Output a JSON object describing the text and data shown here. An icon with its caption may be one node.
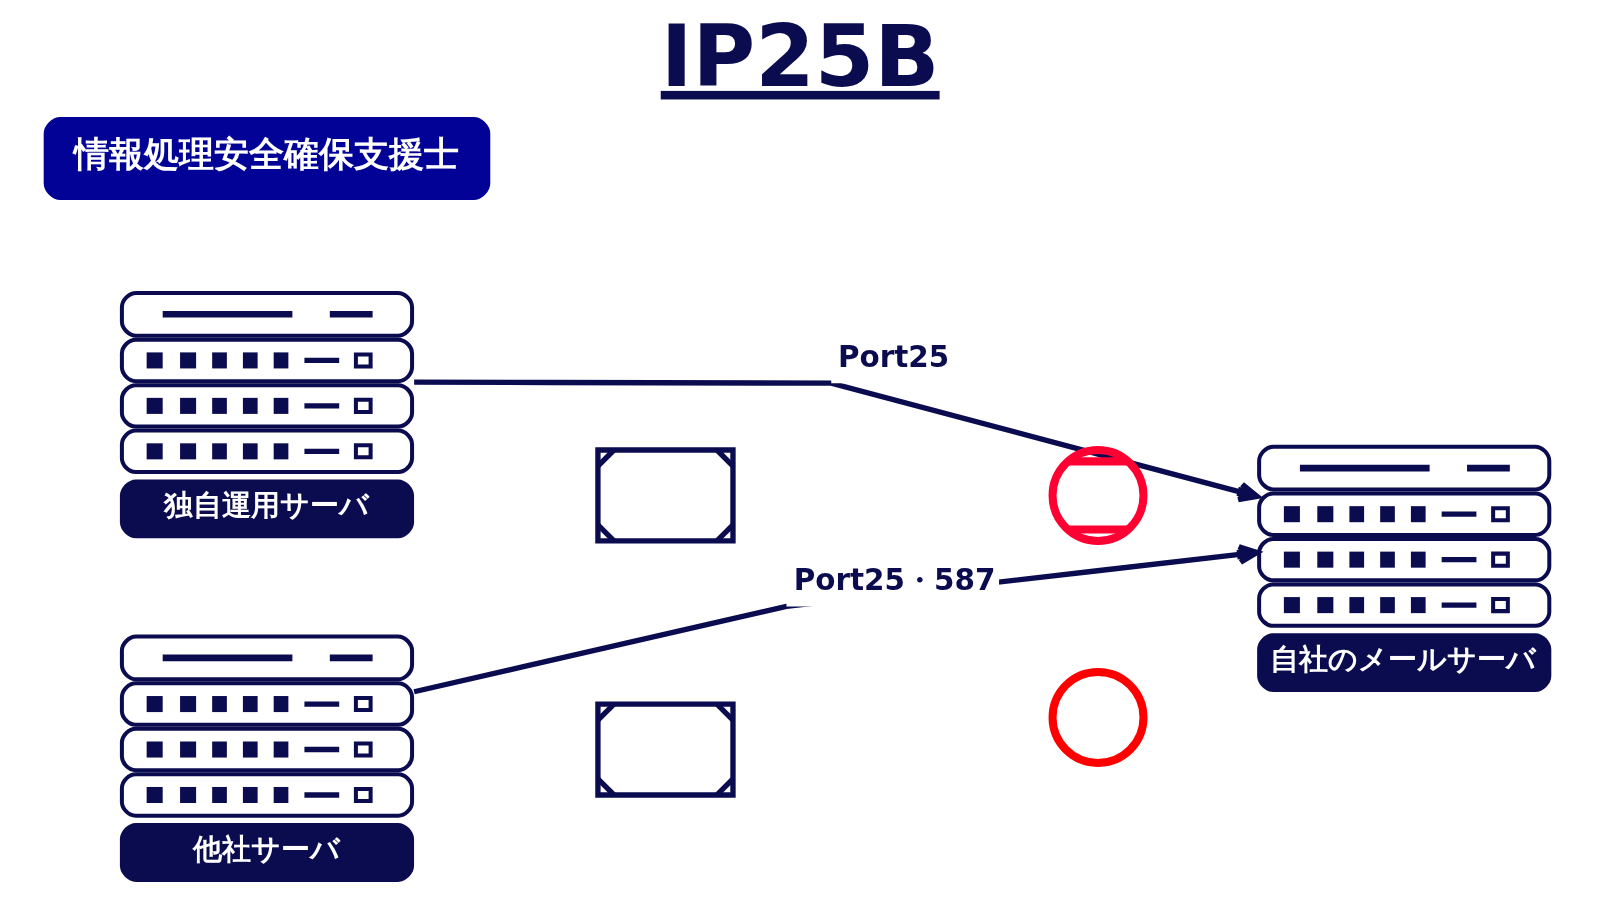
{
  "diagram": {
    "title": "IP25B",
    "nodes": [
      {
        "text": [
          "情報処理安全確保支援士"
        ]
      },
      {
        "text": [
          "独自運用サーバ"
        ]
      },
      {
        "text": [],
        "shape": "picture"
      },
      {
        "text": [],
        "shape": "circle"
      },
      {
        "text": [],
        "shape": "circle"
      },
      {
        "text": [
          "自社のメールサーバ"
        ]
      },
      {
        "text": [
          "他社サーバ"
        ]
      },
      {
        "text": [],
        "shape": "picture"
      }
    ],
    "edges": [
      {
        "from": 1,
        "to": 5,
        "arrow": "to",
        "label": "Port25"
      },
      {
        "from": 6,
        "to": 5,
        "arrow": "to",
        "label": "Port25・587"
      }
    ]
  }
}
